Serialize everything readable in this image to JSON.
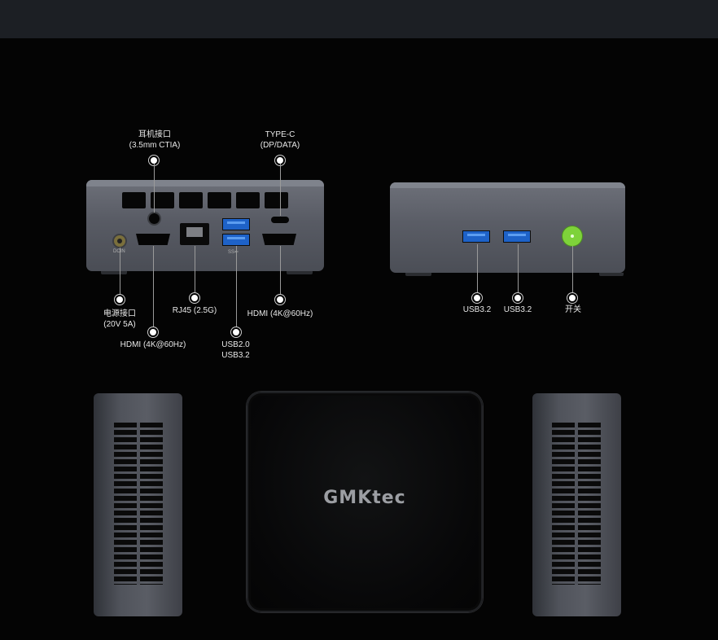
{
  "back_panel": {
    "callouts": {
      "audio_jack": {
        "line1": "耳机接口",
        "line2": "(3.5mm CTIA)"
      },
      "type_c": {
        "line1": "TYPE-C",
        "line2": "(DP/DATA)"
      },
      "dc_power": {
        "line1": "电源接口",
        "line2": "(20V 5A)"
      },
      "rj45": {
        "line1": "RJ45 (2.5G)"
      },
      "hdmi_right": {
        "line1": "HDMI (4K@60Hz)"
      },
      "hdmi_left": {
        "line1": "HDMI (4K@60Hz)"
      },
      "usb_stack": {
        "line1": "USB2.0",
        "line2": "USB3.2"
      }
    },
    "port_labels": {
      "dc": "DCIN",
      "usb": "SS⇐"
    }
  },
  "front_panel": {
    "callouts": {
      "usb_a_1": {
        "line1": "USB3.2"
      },
      "usb_a_2": {
        "line1": "USB3.2"
      },
      "power_switch": {
        "line1": "开关"
      }
    }
  },
  "top_view": {
    "logo_text": "GMKtec"
  },
  "colors": {
    "usb_blue": "#1e62c8",
    "power_green": "#7ed23a",
    "chassis": "#5a5d65",
    "background": "#040404"
  }
}
